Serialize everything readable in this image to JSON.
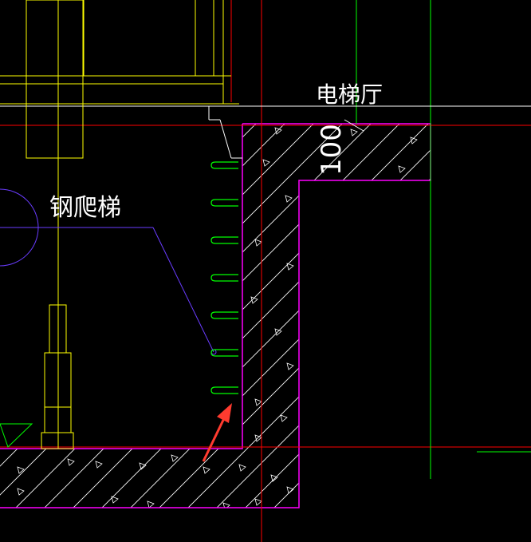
{
  "canvas": {
    "background": "#000000"
  },
  "labels": {
    "lobby": "电梯厅",
    "ladder": "钢爬梯",
    "dimension": "100"
  },
  "colors": {
    "text": "#ffffff",
    "grid_red": "#ff0000",
    "structure_yellow": "#ffff00",
    "wall_magenta": "#ff00ff",
    "rung_green": "#00ff00",
    "hatch_white": "#ffffff",
    "leader_blue": "#6a3cff",
    "arrow_red": "#ff3b2f",
    "axis_green": "#00ff00"
  },
  "ladder": {
    "rung_count": 7
  }
}
